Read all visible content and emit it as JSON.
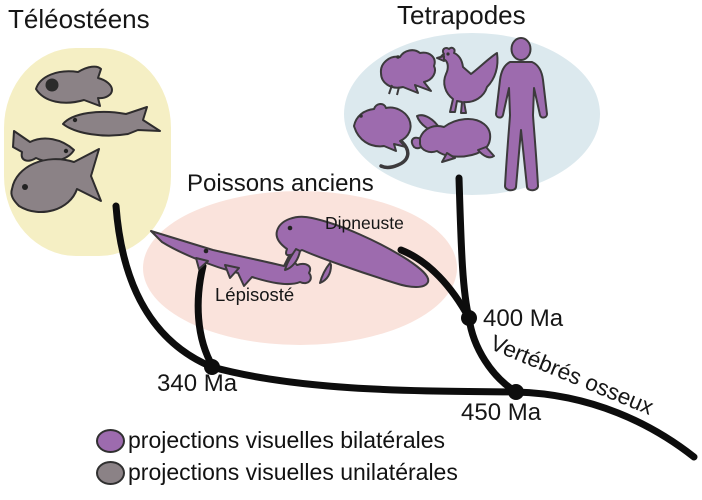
{
  "titles": {
    "teleosts": "Téléostéens",
    "tetrapods": "Tetrapodes",
    "ancient_fish": "Poissons anciens"
  },
  "species_labels": {
    "dipneuste": "Dipneuste",
    "lepisoste": "Lépisosté"
  },
  "node_labels": {
    "n340": "340 Ma",
    "n400": "400 Ma",
    "n450": "450 Ma"
  },
  "branch_label": "Vertébrés osseux",
  "legend": {
    "bilateral_label": "projections visuelles bilatérales",
    "unilateral_label": "projections visuelles unilatérales",
    "bilateral_color": "#9d6bae",
    "unilateral_color": "#8b8286"
  },
  "colors": {
    "teleost_bubble": "#f5efc4",
    "tetrapod_bubble": "#dce9ee",
    "ancient_fish_bubble": "#fae3dc",
    "silhouette_purple": "#9d6bae",
    "silhouette_gray": "#8b8286",
    "branch": "#0d0d0d"
  }
}
